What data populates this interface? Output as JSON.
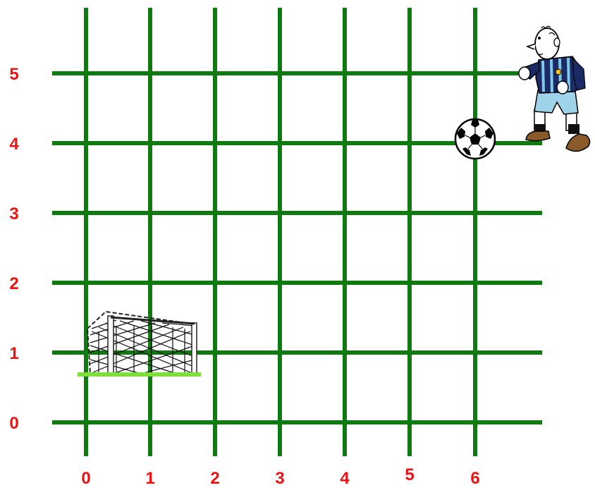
{
  "colors": {
    "grid": "#0f7a0f",
    "label": "#ee1111",
    "background": "#ffffff",
    "goal_line": "#7dde3c"
  },
  "axes": {
    "x_labels": [
      "0",
      "1",
      "2",
      "3",
      "4",
      "5",
      "6"
    ],
    "y_labels": [
      "0",
      "1",
      "2",
      "3",
      "4",
      "5"
    ]
  },
  "objects": {
    "ball": {
      "icon": "soccer-ball-icon",
      "x": 6,
      "y": 4
    },
    "player": {
      "icon": "soccer-player-icon"
    },
    "goal": {
      "icon": "soccer-goal-icon"
    }
  }
}
